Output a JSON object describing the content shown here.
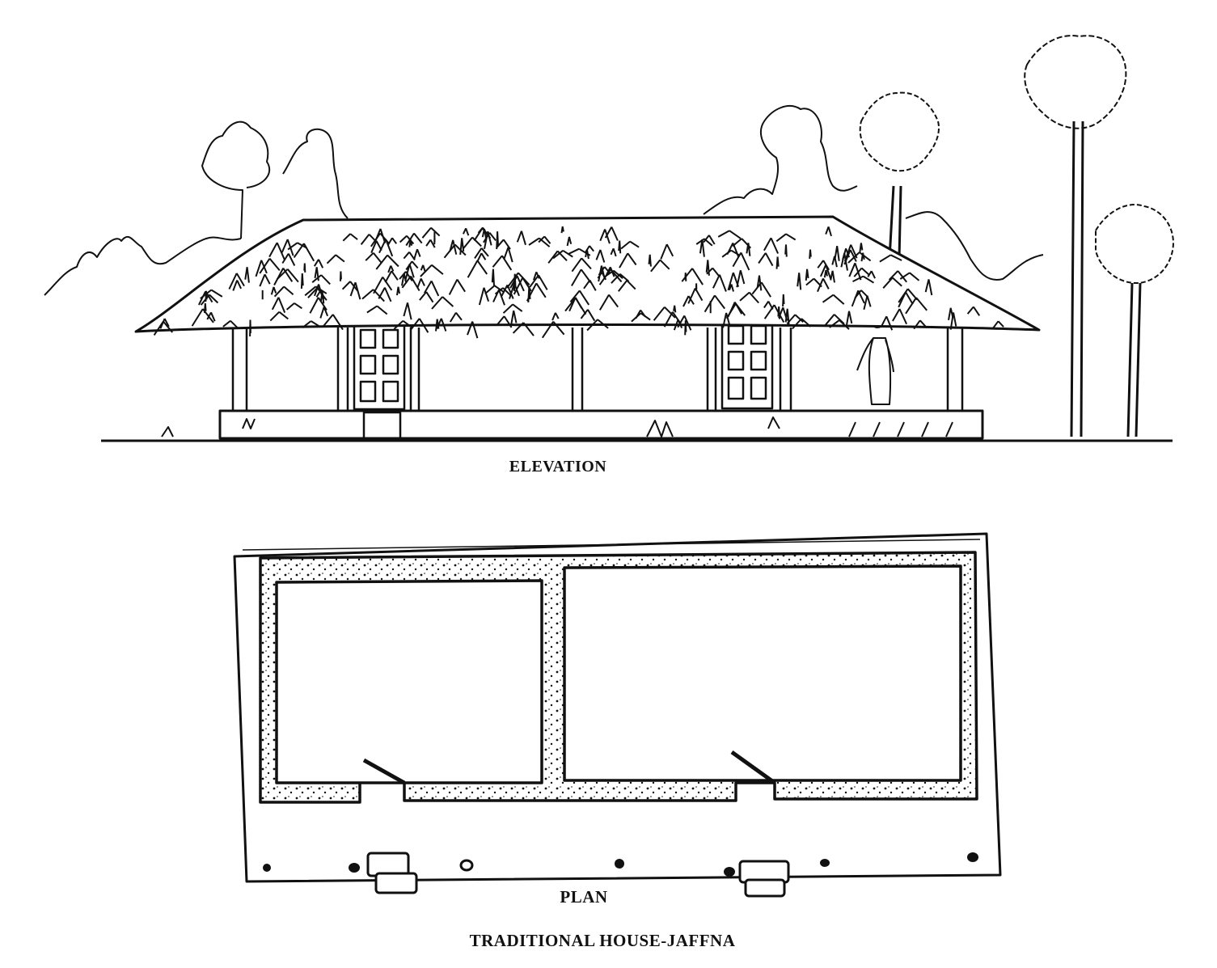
{
  "labels": {
    "elevation": "ELEVATION",
    "plan": "PLAN",
    "title": "TRADITIONAL HOUSE-JAFFNA"
  },
  "colors": {
    "ink": "#111111",
    "paper": "#ffffff"
  }
}
